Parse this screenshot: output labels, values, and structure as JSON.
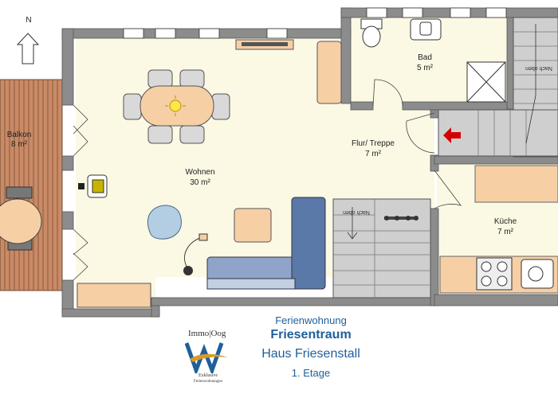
{
  "compass": {
    "letter": "N"
  },
  "rooms": {
    "balkon": {
      "name": "Balkon",
      "area": "8 m²"
    },
    "wohnen": {
      "name": "Wohnen",
      "area": "30 m²"
    },
    "bad": {
      "name": "Bad",
      "area": "5 m²"
    },
    "flur": {
      "name": "Flur/ Treppe",
      "area": "7 m²"
    },
    "kueche": {
      "name": "Küche",
      "area": "7 m²"
    }
  },
  "stairs": {
    "up_label_1": "Nach oben",
    "up_label_2": "Nach oben"
  },
  "caption": {
    "subtitle": "Ferienwohnung",
    "title": "Friesentraum",
    "house": "Haus Friesenstall",
    "floor": "1. Etage"
  },
  "logo": {
    "name": "Immo|Oog",
    "tagline_1": "Exklusive",
    "tagline_2": "Ferienwohnungen"
  },
  "colors": {
    "wall": "#8c8c8c",
    "floor": "#fbf8e4",
    "balcony": "#c98a66",
    "stair": "#cfcfcf",
    "caption": "#1f5f9a",
    "arrow": "#d40000",
    "sofa": "#5a78a8"
  }
}
